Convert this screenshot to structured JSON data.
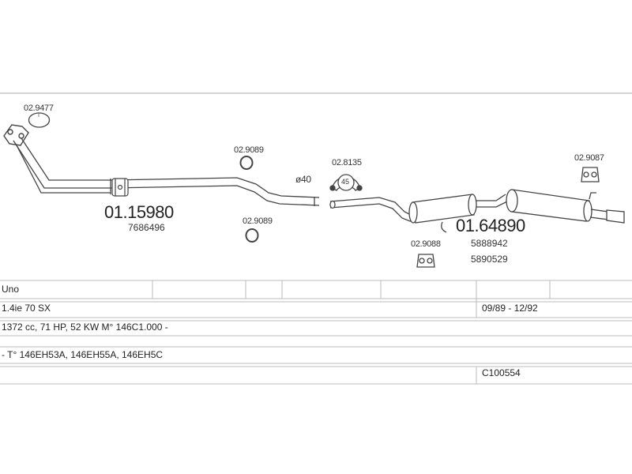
{
  "parts": {
    "gasket_top_left": "02.9477",
    "front_pipe": "01.15980",
    "front_pipe_oem": "7686496",
    "clamp_upper": "02.9089",
    "clamp_lower": "02.9089",
    "diameter": "ø40",
    "gasket_middle": "02.8135",
    "gasket_middle_badge": "45",
    "rear_section": "01.64890",
    "rear_oem_1": "5888942",
    "rear_oem_2": "5890529",
    "hanger_bottom": "02.9088",
    "hanger_right": "02.9087"
  },
  "table": {
    "model": "Uno",
    "version": "1.4ie 70 SX",
    "period": "09/89 - 12/92",
    "engine": "1372 cc, 71 HP, 52 KW  M° 146C1.000 -",
    "types": "- T° 146EH53A, 146EH55A, 146EH5C",
    "code": "C100554"
  },
  "colors": {
    "line": "#555555",
    "table_line": "#bbbbbb"
  }
}
